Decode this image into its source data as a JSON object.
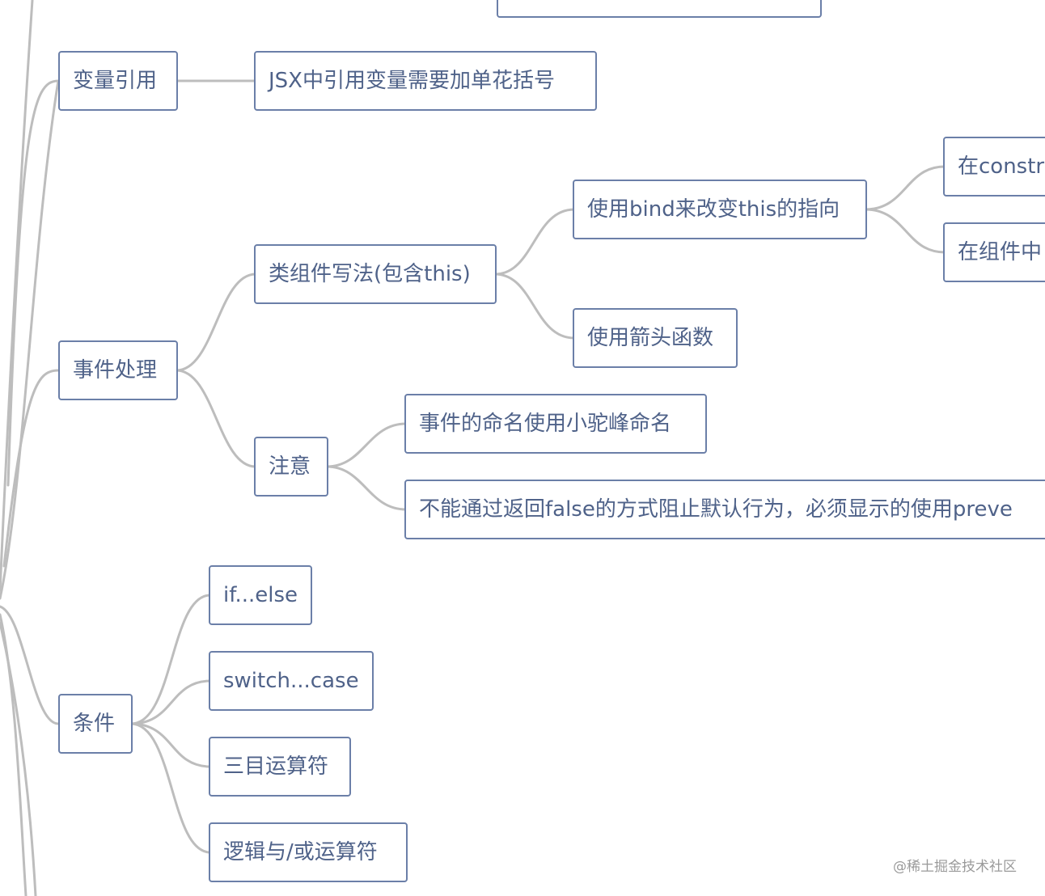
{
  "nodes": {
    "var_ref": "变量引用",
    "var_ref_note": "JSX中引用变量需要加单花括号",
    "event": "事件处理",
    "class_style": "类组件写法(包含this)",
    "bind": "使用bind来改变this的指向",
    "bind_constructor": "在constr",
    "bind_component": "在组件中",
    "arrow": "使用箭头函数",
    "notice": "注意",
    "camel": "事件的命名使用小驼峰命名",
    "prevent": "不能通过返回false的方式阻止默认行为，必须显示的使用preve",
    "condition": "条件",
    "ifelse": "if...else",
    "switch": "switch...case",
    "ternary": "三目运算符",
    "logical": "逻辑与/或运算符"
  },
  "watermark": "@稀土掘金技术社区",
  "colors": {
    "border": "#6b7fa8",
    "text": "#4f6289",
    "link": "#bdbdbd"
  }
}
